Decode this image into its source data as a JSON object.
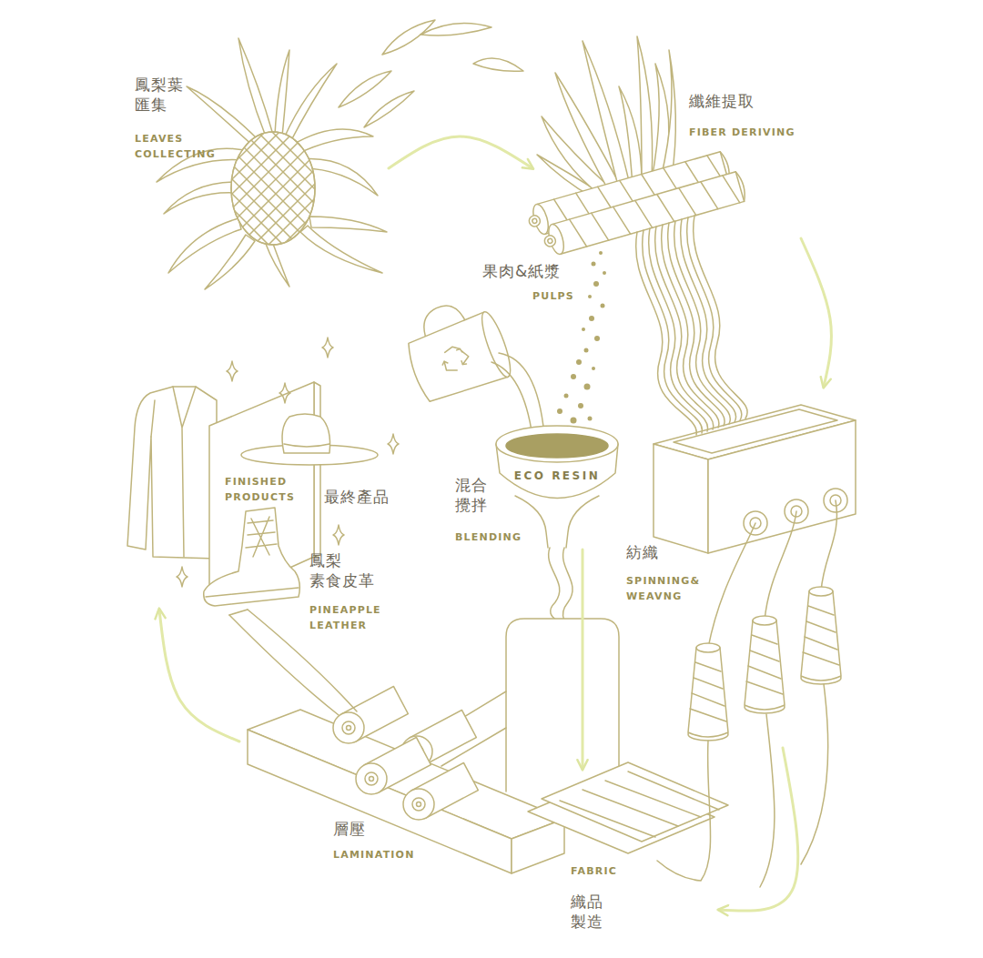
{
  "diagram": {
    "nodes": [
      {
        "text": [
          "鳳梨葉 匯集",
          "LEAVES COLLECTING"
        ]
      },
      {
        "text": [
          "纖維提取",
          "FIBER DERIVING"
        ]
      },
      {
        "text": [
          "果肉&紙漿",
          "PULPS"
        ]
      },
      {
        "text": [
          "ECO RESIN",
          "混合 攪拌",
          "BLENDING"
        ]
      },
      {
        "text": [
          "紡織",
          "SPINNING& WEAVNG"
        ]
      },
      {
        "text": [
          "FABRIC",
          "織品 製造"
        ]
      },
      {
        "text": [
          "層壓",
          "LAMINATION"
        ]
      },
      {
        "text": [
          "鳳梨 素食皮革",
          "PINEAPPLE LEATHER"
        ]
      },
      {
        "text": [
          "FINISHED PRODUCTS",
          "最終產品"
        ]
      }
    ],
    "edges": [
      {
        "from": 0,
        "to": 1,
        "arrow": "to"
      },
      {
        "from": 1,
        "to": 4,
        "arrow": "to"
      },
      {
        "from": 3,
        "to": 5,
        "arrow": "to"
      },
      {
        "from": 4,
        "to": 5,
        "arrow": "to"
      },
      {
        "from": 6,
        "to": 8,
        "arrow": "to"
      }
    ]
  }
}
